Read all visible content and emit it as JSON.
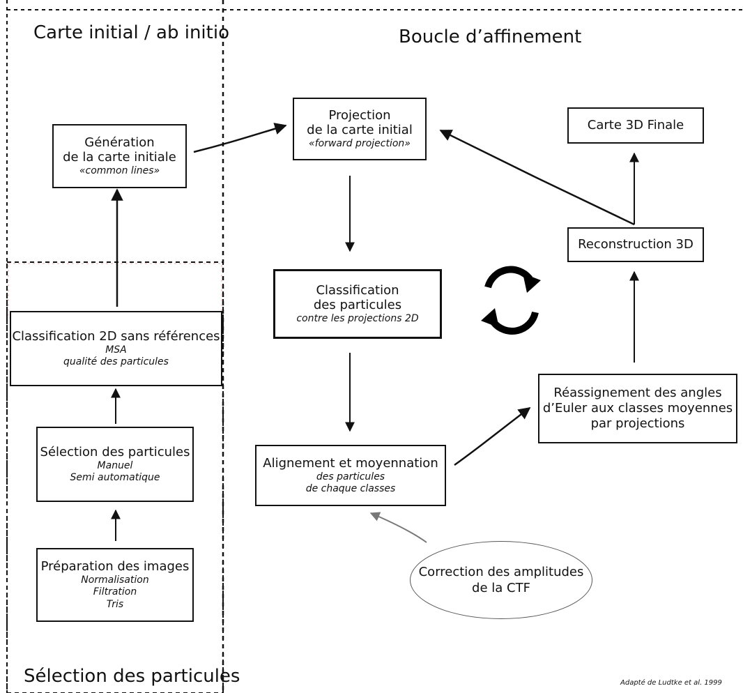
{
  "sections": {
    "initial_map": "Carte initial / ab initio",
    "refinement_loop": "Boucle d’affinement",
    "particle_selection": "Sélection des particules"
  },
  "boxes": {
    "generation": {
      "main": [
        "Génération",
        "de la carte initiale"
      ],
      "sub": [
        "«common lines»"
      ]
    },
    "classification2d": {
      "main": [
        "Classification 2D sans références"
      ],
      "sub": [
        "MSA",
        "qualité des particules"
      ]
    },
    "selection": {
      "main": [
        "Sélection des particules"
      ],
      "sub": [
        "Manuel",
        "Semi automatique"
      ]
    },
    "preparation": {
      "main": [
        "Préparation des images"
      ],
      "sub": [
        "Normalisation",
        "Filtration",
        "Tris"
      ]
    },
    "projection": {
      "main": [
        "Projection",
        "de la carte initial"
      ],
      "sub": [
        "«forward projection»"
      ]
    },
    "classification_proj": {
      "main": [
        "Classification",
        "des particules"
      ],
      "sub": [
        "contre les projections 2D"
      ]
    },
    "alignment": {
      "main": [
        "Alignement et moyennation"
      ],
      "sub": [
        "des particules",
        "de chaque classes"
      ]
    },
    "final_map": {
      "main": [
        "Carte 3D Finale"
      ],
      "sub": []
    },
    "reconstruction": {
      "main": [
        "Reconstruction 3D"
      ],
      "sub": []
    },
    "reassignment": {
      "main": [
        "Réassignement des angles",
        "d’Euler aux classes moyennes",
        "par projections"
      ],
      "sub": []
    }
  },
  "ctf_correction": [
    "Correction des amplitudes",
    "de la CTF"
  ],
  "credit": "Adapté de Ludtke et al. 1999",
  "cycle_icon": "refresh-cycle-icon"
}
